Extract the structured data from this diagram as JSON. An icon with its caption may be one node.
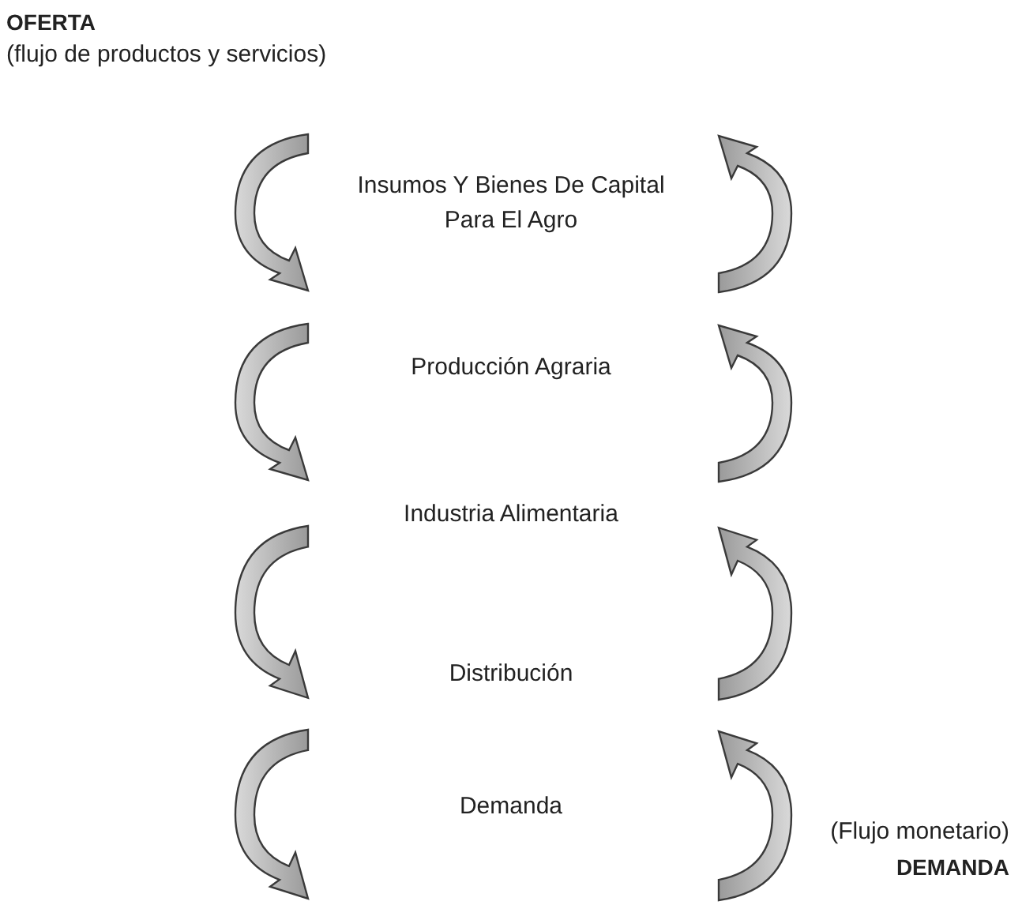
{
  "diagram": {
    "nodes": [
      {
        "text": [
          "Insumos Y Bienes De Capital Para El Agro"
        ]
      },
      {
        "text": [
          "Producción Agraria"
        ]
      },
      {
        "text": [
          "Industria Alimentaria"
        ]
      },
      {
        "text": [
          "Distribución"
        ]
      },
      {
        "text": [
          "Demanda"
        ]
      }
    ],
    "labels": [
      "OFERTA",
      "(flujo de productos y servicios)",
      "(Flujo monetario)",
      "DEMANDA"
    ]
  }
}
